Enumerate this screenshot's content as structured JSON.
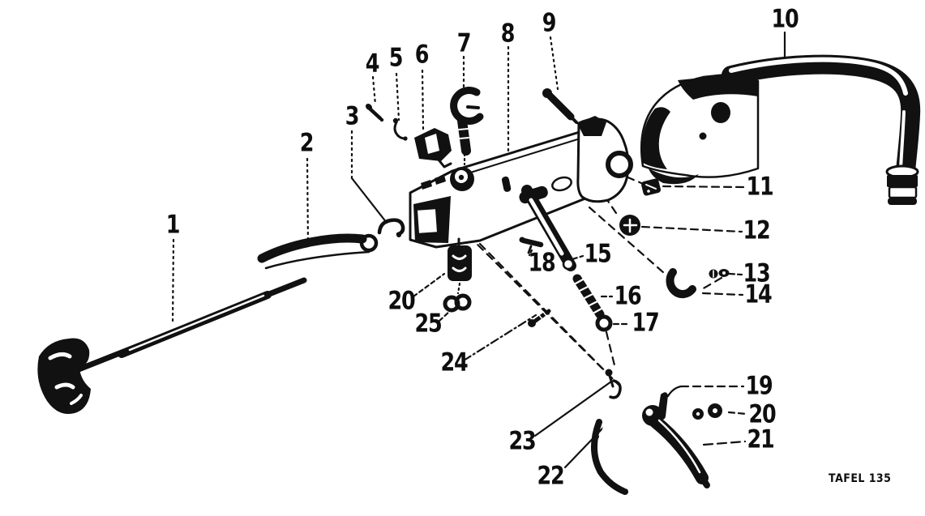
{
  "plate": {
    "label": "TAFEL 135"
  },
  "callouts": [
    {
      "id": "1",
      "label": "1"
    },
    {
      "id": "2",
      "label": "2"
    },
    {
      "id": "3",
      "label": "3"
    },
    {
      "id": "4",
      "label": "4"
    },
    {
      "id": "5",
      "label": "5"
    },
    {
      "id": "6",
      "label": "6"
    },
    {
      "id": "7",
      "label": "7"
    },
    {
      "id": "8",
      "label": "8"
    },
    {
      "id": "9",
      "label": "9"
    },
    {
      "id": "10",
      "label": "10"
    },
    {
      "id": "11",
      "label": "11"
    },
    {
      "id": "12",
      "label": "12"
    },
    {
      "id": "13",
      "label": "13"
    },
    {
      "id": "14",
      "label": "14"
    },
    {
      "id": "15",
      "label": "15"
    },
    {
      "id": "16",
      "label": "16"
    },
    {
      "id": "17",
      "label": "17"
    },
    {
      "id": "18",
      "label": "18"
    },
    {
      "id": "19",
      "label": "19"
    },
    {
      "id": "20-right",
      "label": "20"
    },
    {
      "id": "21",
      "label": "21"
    },
    {
      "id": "22",
      "label": "22"
    },
    {
      "id": "23",
      "label": "23"
    },
    {
      "id": "24",
      "label": "24"
    },
    {
      "id": "25",
      "label": "25"
    },
    {
      "id": "20-left",
      "label": "20"
    }
  ]
}
